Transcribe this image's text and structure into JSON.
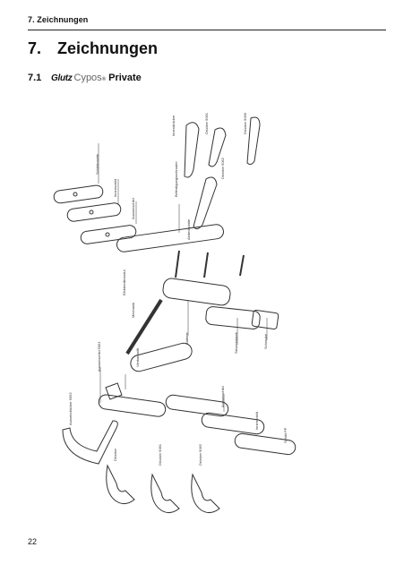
{
  "header": {
    "running_title": "7. Zeichnungen"
  },
  "chapter": {
    "number": "7.",
    "title": "Zeichnungen"
  },
  "section": {
    "number": "7.1",
    "brand": "Glutz",
    "product": "Cypos",
    "registered": "®",
    "variant": "Private"
  },
  "drawing": {
    "callouts": [
      "Innendrücker",
      "Drücker 5061",
      "Drücker 5066",
      "Drücker 5062",
      "Schildrosette",
      "Innenschild",
      "Aussenschild",
      "Befestigungsschraube",
      "Abdeckplatte",
      "Elektronikmodul",
      "Mechanik",
      "Batterie",
      "Steuereinheit",
      "Schraube",
      "Aussenschild 5061",
      "Aussendrücker 5062",
      "Drücker",
      "Drücker 5061",
      "Drücker 5062",
      "Aussenschild",
      "Innenschild",
      "Schild PP",
      "Vierkantstift"
    ]
  },
  "footer": {
    "page_number": "22"
  }
}
